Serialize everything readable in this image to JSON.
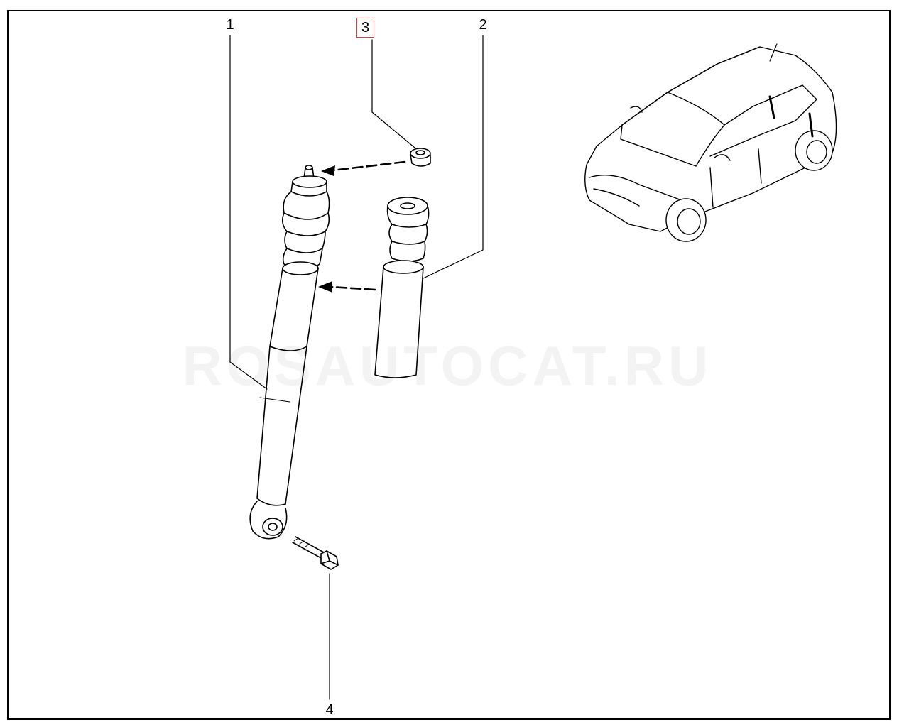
{
  "diagram": {
    "callouts": [
      {
        "id": "1",
        "label": "1",
        "selected": false
      },
      {
        "id": "2",
        "label": "2",
        "selected": false
      },
      {
        "id": "3",
        "label": "3",
        "selected": true
      },
      {
        "id": "4",
        "label": "4",
        "selected": false
      }
    ],
    "colors": {
      "stroke": "#000000",
      "background": "#ffffff",
      "highlight_box": "#e53935",
      "watermark": "#f3f3f3"
    },
    "parts": [
      {
        "callout": "1",
        "icon": "shock-absorber-icon"
      },
      {
        "callout": "2",
        "icon": "bump-stop-boot-icon"
      },
      {
        "callout": "3",
        "icon": "cap-nut-icon"
      },
      {
        "callout": "4",
        "icon": "bolt-icon"
      }
    ],
    "reference_icon": "car-rear-suspension-locator-icon"
  }
}
